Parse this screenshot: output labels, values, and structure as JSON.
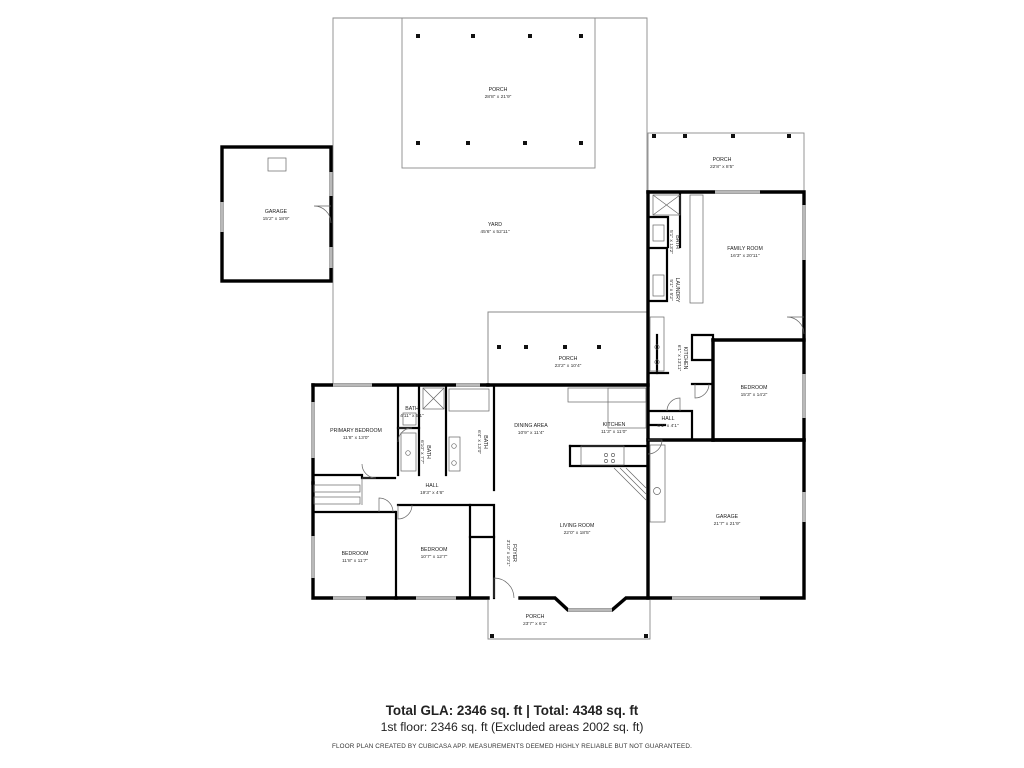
{
  "rooms": [
    {
      "id": "porch-top",
      "name": "PORCH",
      "dims": "28'8\" x 21'9\""
    },
    {
      "id": "porch-right",
      "name": "PORCH",
      "dims": "22'8\" x 8'5\""
    },
    {
      "id": "garage-detached",
      "name": "GARAGE",
      "dims": "15'2\" x 18'9\""
    },
    {
      "id": "yard",
      "name": "YARD",
      "dims": "45'6\" x 52'11\""
    },
    {
      "id": "family-room",
      "name": "FAMILY ROOM",
      "dims": "16'3\" x 20'11\""
    },
    {
      "id": "bath-east",
      "name": "BATH",
      "dims": "5'1\" x 13'2\""
    },
    {
      "id": "laundry",
      "name": "LAUNDRY",
      "dims": "5'1\" x 5'2\""
    },
    {
      "id": "kitchen-east",
      "name": "KITCHEN",
      "dims": "6'1\" x 13'11\""
    },
    {
      "id": "porch-mid",
      "name": "PORCH",
      "dims": "23'2\" x 10'4\""
    },
    {
      "id": "bedroom-east",
      "name": "BEDROOM",
      "dims": "15'3\" x 14'2\""
    },
    {
      "id": "bath-small",
      "name": "BATH",
      "dims": "4'11\" x 5'1\""
    },
    {
      "id": "primary-bedroom",
      "name": "PRIMARY BEDROOM",
      "dims": "11'8\" x 13'0\""
    },
    {
      "id": "bath-west",
      "name": "BATH",
      "dims": "6'10\" x 7'7\""
    },
    {
      "id": "bath-center",
      "name": "BATH",
      "dims": "6'4\" x 13'0\""
    },
    {
      "id": "dining-area",
      "name": "DINING AREA",
      "dims": "10'9\" x 11'4\""
    },
    {
      "id": "kitchen",
      "name": "KITCHEN",
      "dims": "11'3\" x 11'0\""
    },
    {
      "id": "hall-east",
      "name": "HALL",
      "dims": "6'1\" x 4'1\""
    },
    {
      "id": "hall-west",
      "name": "HALL",
      "dims": "19'3\" x 4'6\""
    },
    {
      "id": "garage-attached",
      "name": "GARAGE",
      "dims": "21'7\" x 21'9\""
    },
    {
      "id": "living-room",
      "name": "LIVING ROOM",
      "dims": "22'0\" x 18'5\""
    },
    {
      "id": "bedroom-sw",
      "name": "BEDROOM",
      "dims": "11'8\" x 11'7\""
    },
    {
      "id": "bedroom-mid",
      "name": "BEDROOM",
      "dims": "10'7\" x 12'7\""
    },
    {
      "id": "foyer",
      "name": "FOYER",
      "dims": "3'10\" x 10'1\""
    },
    {
      "id": "porch-front",
      "name": "PORCH",
      "dims": "23'7\" x 6'1\""
    }
  ],
  "summary": {
    "total_line": "Total GLA: 2346 sq. ft | Total: 4348 sq. ft",
    "floor_line": "1st floor: 2346 sq. ft (Excluded areas 2002 sq. ft)",
    "credit": "FLOOR PLAN CREATED BY CUBICASA APP. MEASUREMENTS DEEMED HIGHLY RELIABLE BUT NOT GUARANTEED."
  }
}
